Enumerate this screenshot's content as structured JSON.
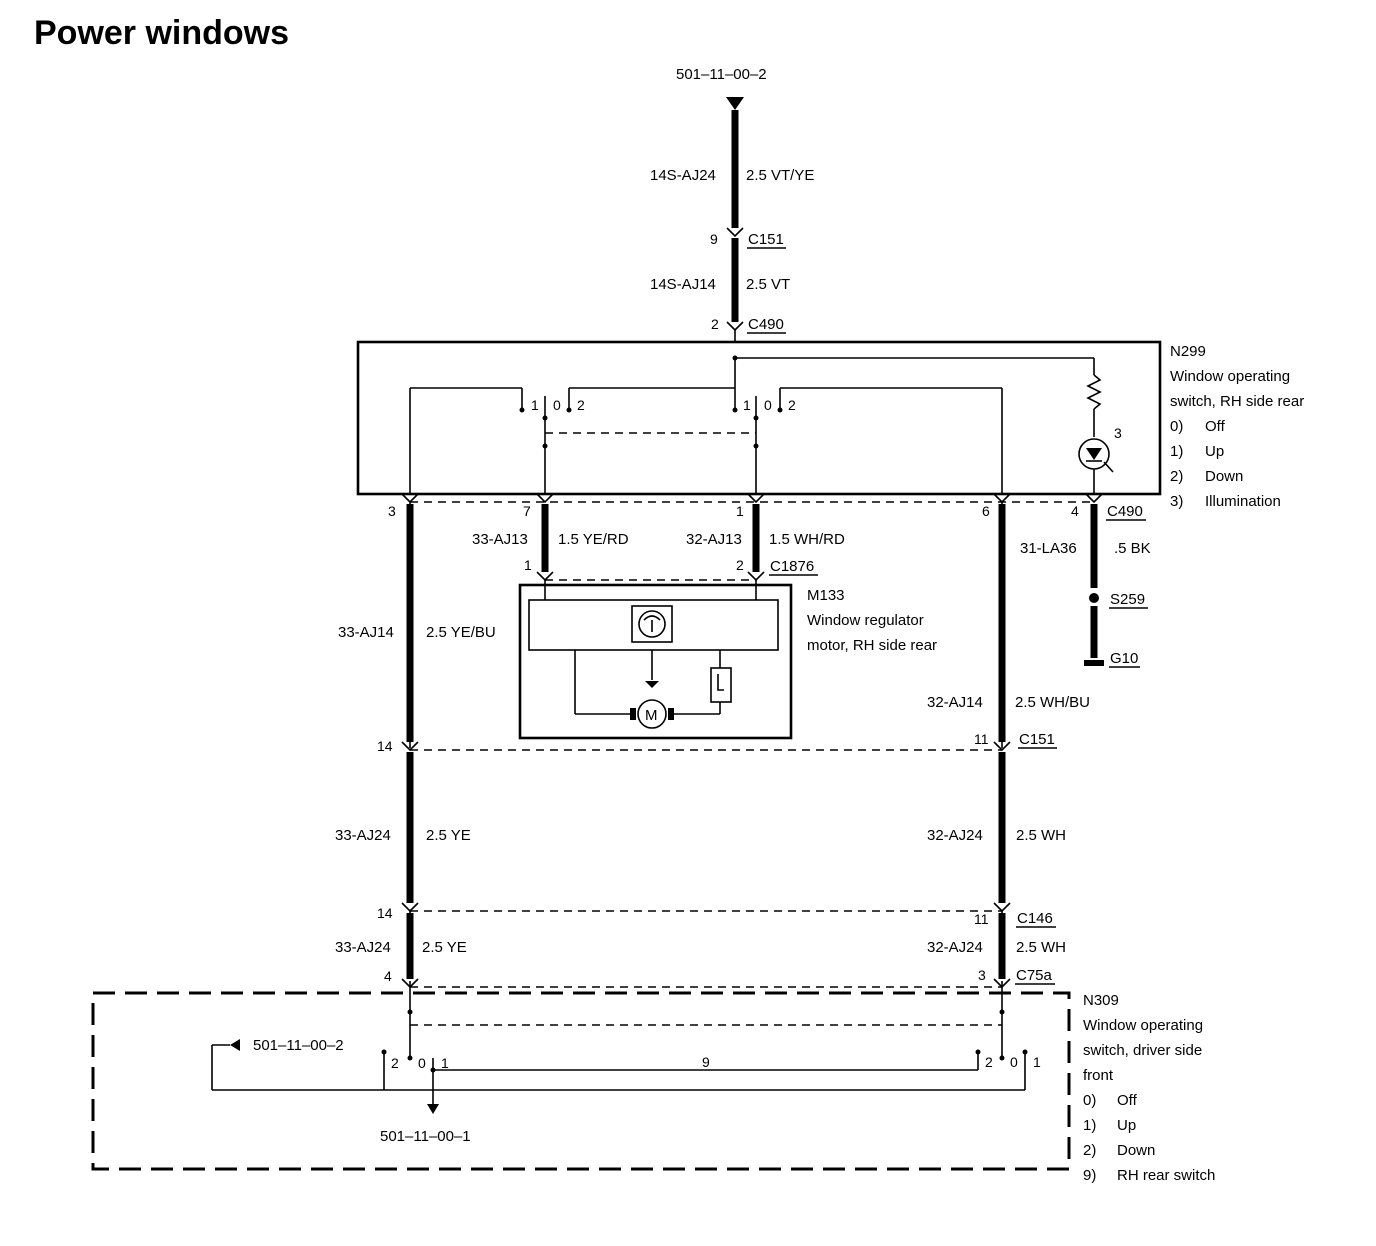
{
  "title": "Power windows",
  "refs": {
    "top": "501–11–00–2",
    "left_n309": "501–11–00–2",
    "bottom_n309": "501–11–00–1"
  },
  "wires": {
    "w1_code": "14S-AJ24",
    "w1_spec": "2.5 VT/YE",
    "w2_code": "14S-AJ14",
    "w2_spec": "2.5 VT",
    "w3_code": "33-AJ13",
    "w3_spec": "1.5 YE/RD",
    "w4_code": "32-AJ13",
    "w4_spec": "1.5 WH/RD",
    "w5_code": "31-LA36",
    "w5_spec": ".5 BK",
    "w6_code": "33-AJ14",
    "w6_spec": "2.5 YE/BU",
    "w7_code": "32-AJ14",
    "w7_spec": "2.5 WH/BU",
    "w8_code": "33-AJ24",
    "w8_spec": "2.5 YE",
    "w9_code": "32-AJ24",
    "w9_spec": "2.5 WH",
    "w10_code": "33-AJ24",
    "w10_spec": "2.5 YE",
    "w11_code": "32-AJ24",
    "w11_spec": "2.5 WH"
  },
  "connectors": {
    "c151_top": "C151",
    "c490_top": "C490",
    "c490_right": "C490",
    "c1876": "C1876",
    "s259": "S259",
    "g10": "G10",
    "c151_mid": "C151",
    "c146": "C146",
    "c75a": "C75a"
  },
  "pins": {
    "p9": "9",
    "p2": "2",
    "sw1_1": "1",
    "sw1_0": "0",
    "sw1_2": "2",
    "sw2_1": "1",
    "sw2_0": "0",
    "sw2_2": "2",
    "lamp": "3",
    "p3": "3",
    "p7": "7",
    "p1": "1",
    "p6": "6",
    "p4": "4",
    "m1": "1",
    "m2": "2",
    "p14a": "14",
    "p11a": "11",
    "p14b": "14",
    "p11b": "11",
    "p4b": "4",
    "p3b": "3",
    "d2a": "2",
    "d0a": "0",
    "d1a": "1",
    "d9": "9",
    "d2b": "2",
    "d0b": "0",
    "d1b": "1"
  },
  "components": {
    "n299": {
      "id": "N299",
      "name_line1": "Window operating",
      "name_line2": "switch, RH side rear",
      "legend": [
        {
          "num": "0)",
          "text": "Off"
        },
        {
          "num": "1)",
          "text": "Up"
        },
        {
          "num": "2)",
          "text": "Down"
        },
        {
          "num": "3)",
          "text": "Illumination"
        }
      ]
    },
    "m133": {
      "id": "M133",
      "name_line1": "Window regulator",
      "name_line2": "motor, RH side rear",
      "motor_symbol": "M"
    },
    "n309": {
      "id": "N309",
      "name_line1": "Window operating",
      "name_line2": "switch, driver side",
      "name_line3": "front",
      "legend": [
        {
          "num": "0)",
          "text": "Off"
        },
        {
          "num": "1)",
          "text": "Up"
        },
        {
          "num": "2)",
          "text": "Down"
        },
        {
          "num": "9)",
          "text": "RH rear switch"
        }
      ]
    }
  }
}
